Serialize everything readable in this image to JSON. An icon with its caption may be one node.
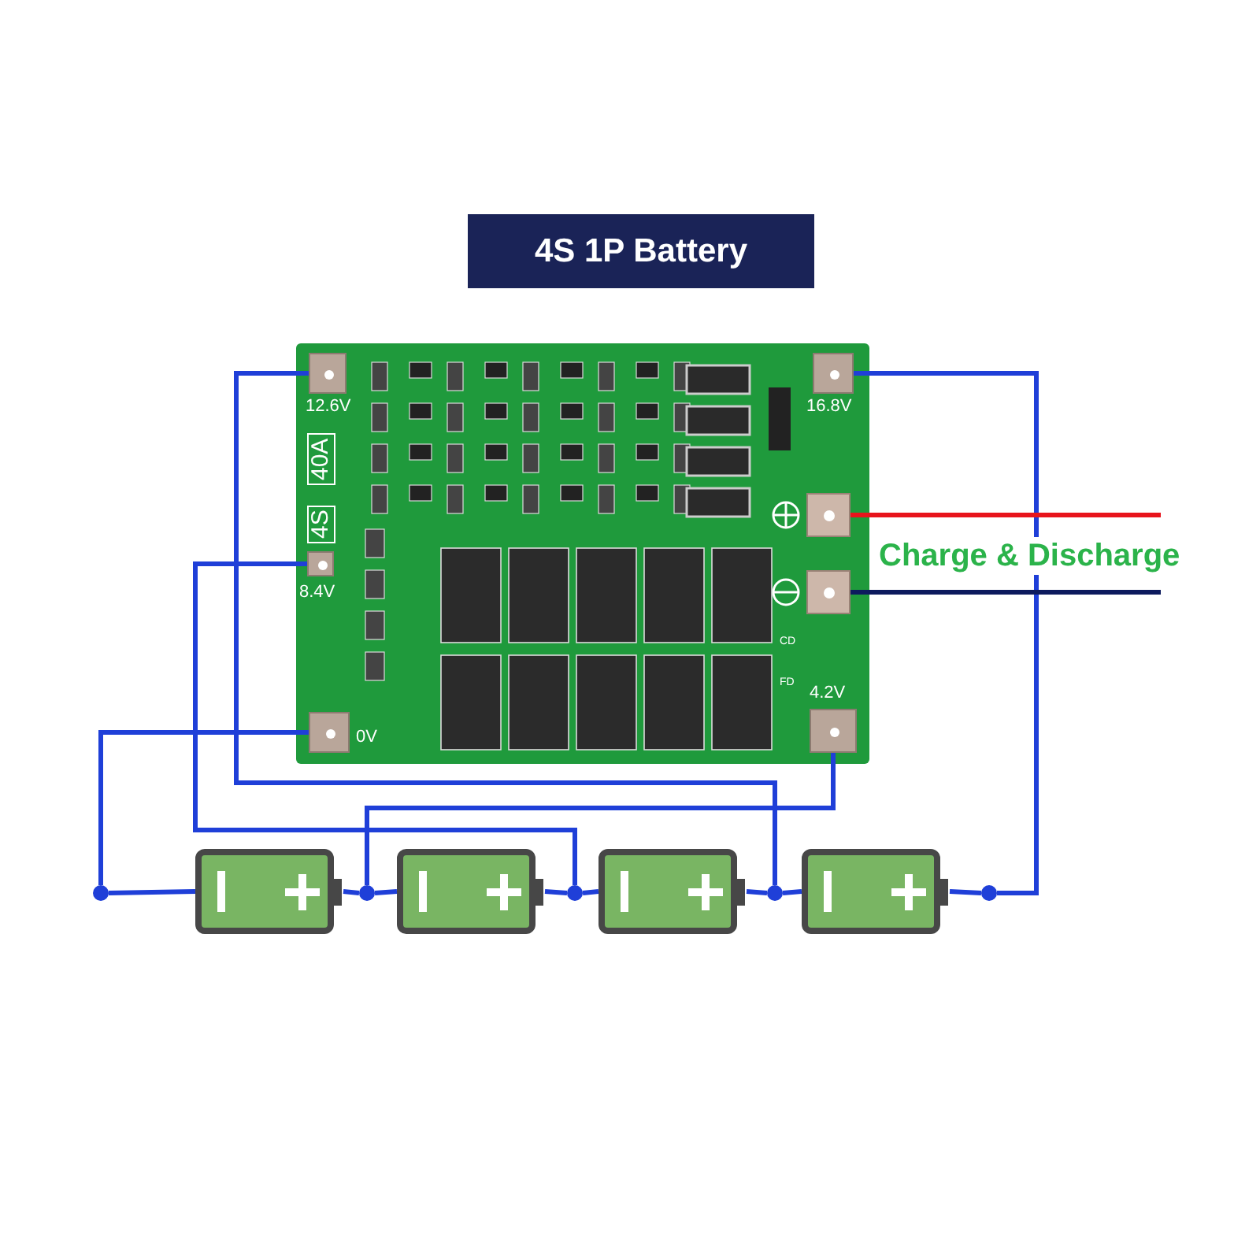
{
  "diagram": {
    "title": "4S 1P Battery",
    "nodes": [
      {
        "text": [
          "4S",
          "40A",
          "CD",
          "FD"
        ]
      },
      {
        "text": [
          "12.6V"
        ],
        "in": 0
      },
      {
        "text": [
          "16.8V"
        ],
        "in": 0
      },
      {
        "text": [],
        "shape": "box",
        "in": 0
      },
      {
        "text": [],
        "shape": "box",
        "in": 0
      },
      {
        "text": [
          "8.4V"
        ],
        "in": 0
      },
      {
        "text": [
          "0V"
        ],
        "in": 0
      },
      {
        "text": [
          "4.2V"
        ],
        "in": 0
      },
      {
        "text": [],
        "shape": "circle"
      },
      {
        "text": [],
        "shape": "battery"
      },
      {
        "text": [],
        "shape": "circle"
      },
      {
        "text": [],
        "shape": "battery"
      },
      {
        "text": [],
        "shape": "circle"
      },
      {
        "text": [],
        "shape": "battery"
      },
      {
        "text": [],
        "shape": "circle"
      },
      {
        "text": [],
        "shape": "battery"
      },
      {
        "text": [],
        "shape": "circle"
      }
    ],
    "edges": [
      {
        "from": 6,
        "to": 8,
        "arrow": "none"
      },
      {
        "from": 8,
        "to": 9,
        "arrow": "none"
      },
      {
        "from": 9,
        "to": 10,
        "arrow": "none"
      },
      {
        "from": 10,
        "to": 11,
        "arrow": "none"
      },
      {
        "from": 11,
        "to": 12,
        "arrow": "none"
      },
      {
        "from": 12,
        "to": 13,
        "arrow": "none"
      },
      {
        "from": 13,
        "to": 14,
        "arrow": "none"
      },
      {
        "from": 14,
        "to": 15,
        "arrow": "none"
      },
      {
        "from": 15,
        "to": 16,
        "arrow": "none"
      },
      {
        "from": 7,
        "to": 10,
        "arrow": "none"
      },
      {
        "from": 5,
        "to": 12,
        "arrow": "none"
      },
      {
        "from": 1,
        "to": 14,
        "arrow": "none"
      },
      {
        "from": 2,
        "to": 16,
        "arrow": "none"
      },
      {
        "from": 3,
        "to": null,
        "arrow": "none",
        "color": "#e8141c"
      },
      {
        "from": 4,
        "to": null,
        "arrow": "none",
        "color": "#0d1a5e"
      }
    ],
    "labels": [
      "Charge & Discharge"
    ]
  }
}
